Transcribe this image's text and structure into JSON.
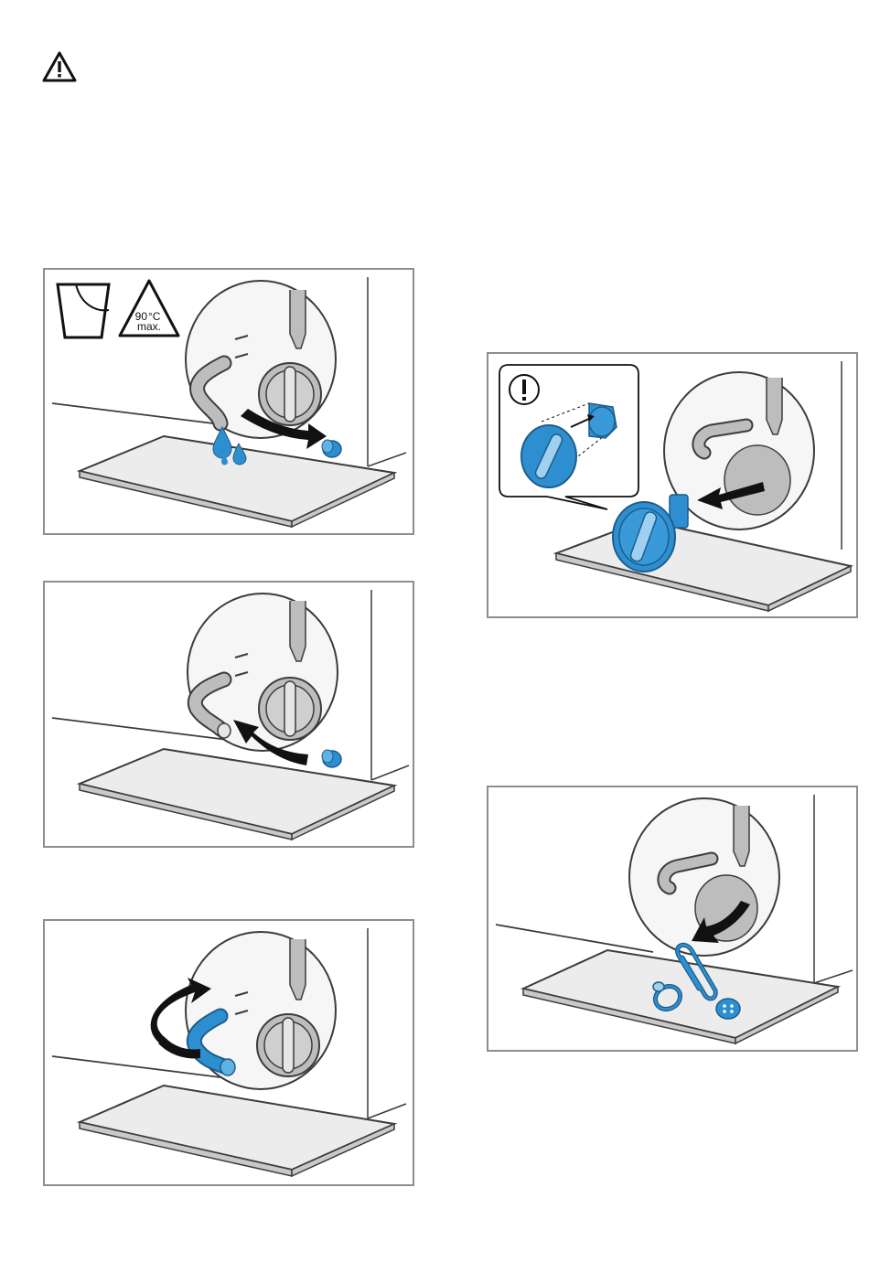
{
  "warning": {
    "icon": "warning-triangle-icon"
  },
  "figures": {
    "fig1": {
      "icons": [
        "bucket-icon",
        "hot-water-warning-icon"
      ],
      "temp_value": "90",
      "temp_unit": "°C",
      "temp_max": "max."
    },
    "fig2": {},
    "fig3": {},
    "fig4": {
      "callout_icon": "exclamation-icon"
    },
    "fig5": {}
  },
  "colors": {
    "frame": "#8e8e8e",
    "line": "#3c3c3c",
    "blue_fill": "#2e8fd0",
    "blue_stroke": "#1c5d8c",
    "grey_part": "#b9b9b9",
    "machine_fill": "#f6f6f6"
  }
}
